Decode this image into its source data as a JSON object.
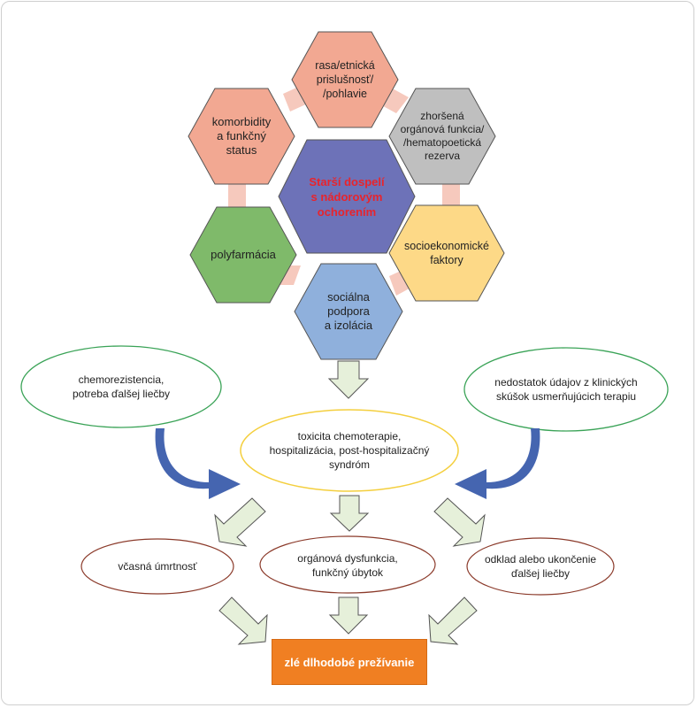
{
  "center": {
    "label": "Starší dospelí\ns nádorovým\nochorením"
  },
  "factors": {
    "race": "rasa/etnická\nprislušnosť/\n/pohlavie",
    "organ": "zhoršená\norgánová funkcia/\n/hematopoetická\nrezerva",
    "socio": "socioekonomické\nfaktory",
    "social": "sociálna\npodpora\na izolácia",
    "poly": "polyfarmácia",
    "comorb": "komorbidity\na funkčný\nstatus"
  },
  "side_factors": {
    "left": "chemorezistencia,\npotreba ďalšej liečby",
    "right": "nedostatok údajov z klinických\nskúšok usmerňujúcich terapiu"
  },
  "middle": "toxicita chemoterapie,\nhospitalizácia, post-hospitalizačný\nsyndróm",
  "outcomes": {
    "early": "včasná úmrtnosť",
    "organ": "orgánová dysfunkcia,\nfunkčný úbytok",
    "delay": "odklad alebo ukončenie\nďalšej liečby"
  },
  "result": "zlé dlhodobé prežívanie",
  "colors": {
    "center": "#6d72b8",
    "race": "#f2a892",
    "organ": "#bfbfbf",
    "socio": "#fdd987",
    "social": "#8fb0dc",
    "poly": "#7fba6a",
    "comorb": "#f2a892",
    "connector": "#f6c9bd",
    "arrow_fill": "#e6f0da",
    "curved_arrow": "#4565b0",
    "green_ellipse": "#3aa357",
    "yellow_ellipse": "#f4cf3e",
    "brown_ellipse": "#8b3a2a",
    "result_fill": "#f07f22"
  }
}
